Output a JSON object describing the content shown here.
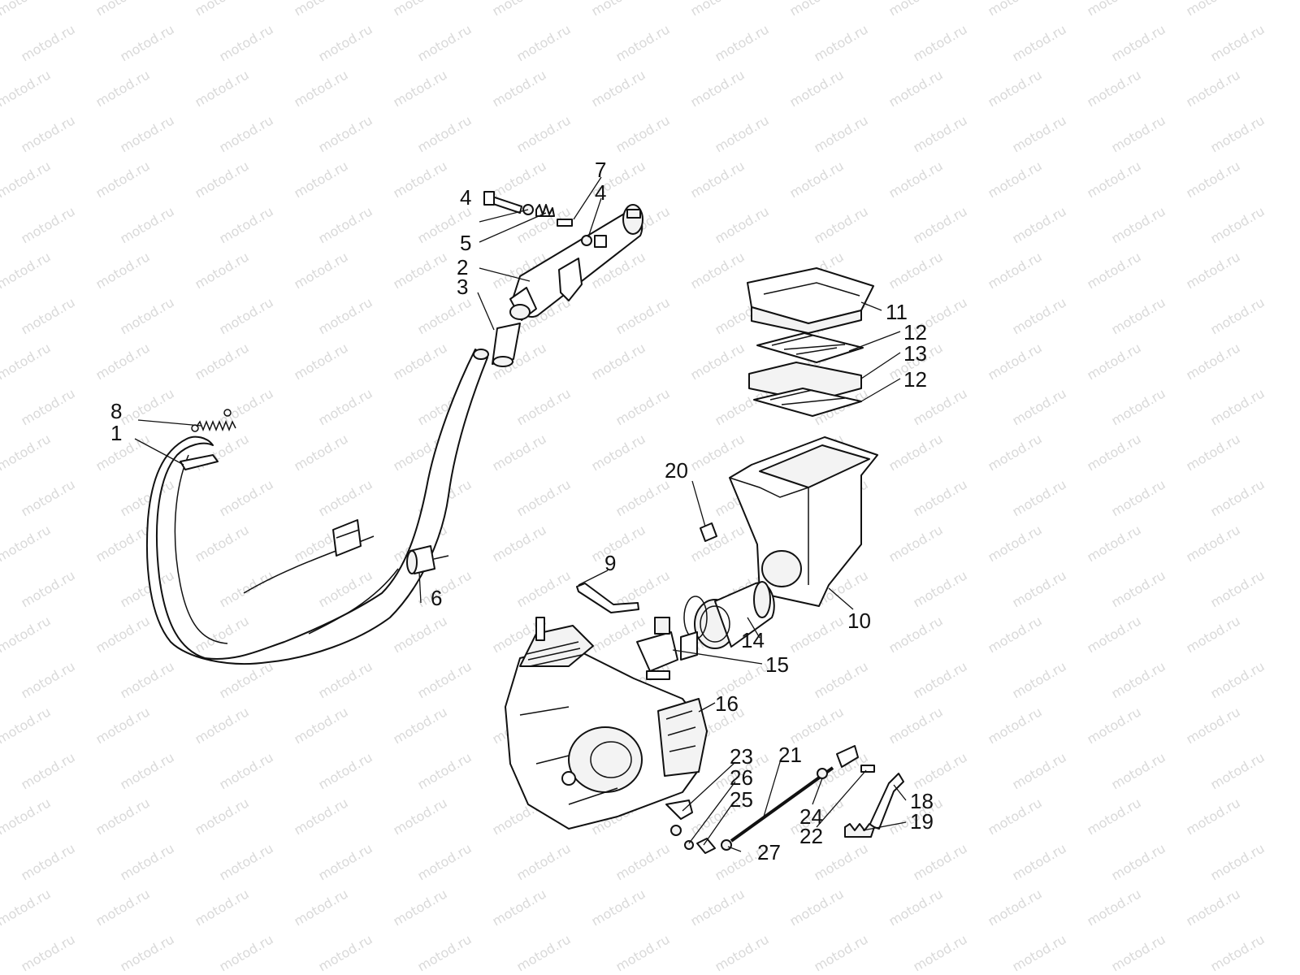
{
  "watermark": "motod.ru",
  "callouts": [
    {
      "id": "c1",
      "text": "1"
    },
    {
      "id": "c2",
      "text": "2"
    },
    {
      "id": "c3",
      "text": "3"
    },
    {
      "id": "c4a",
      "text": "4"
    },
    {
      "id": "c4b",
      "text": "4"
    },
    {
      "id": "c5",
      "text": "5"
    },
    {
      "id": "c6",
      "text": "6"
    },
    {
      "id": "c7",
      "text": "7"
    },
    {
      "id": "c8",
      "text": "8"
    },
    {
      "id": "c9",
      "text": "9"
    },
    {
      "id": "c10",
      "text": "10"
    },
    {
      "id": "c11",
      "text": "11"
    },
    {
      "id": "c12a",
      "text": "12"
    },
    {
      "id": "c12b",
      "text": "12"
    },
    {
      "id": "c13",
      "text": "13"
    },
    {
      "id": "c14",
      "text": "14"
    },
    {
      "id": "c15",
      "text": "15"
    },
    {
      "id": "c16",
      "text": "16"
    },
    {
      "id": "c18",
      "text": "18"
    },
    {
      "id": "c19",
      "text": "19"
    },
    {
      "id": "c20",
      "text": "20"
    },
    {
      "id": "c21",
      "text": "21"
    },
    {
      "id": "c22",
      "text": "22"
    },
    {
      "id": "c23",
      "text": "23"
    },
    {
      "id": "c24",
      "text": "24"
    },
    {
      "id": "c25",
      "text": "25"
    },
    {
      "id": "c26",
      "text": "26"
    },
    {
      "id": "c27",
      "text": "27"
    }
  ]
}
